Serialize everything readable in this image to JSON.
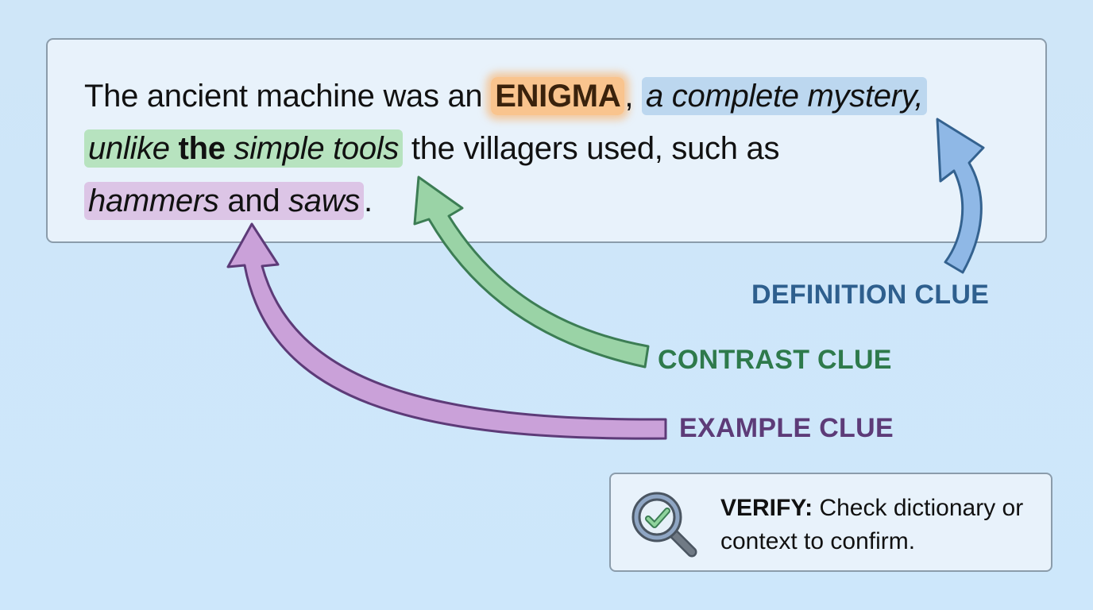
{
  "sentence": {
    "part1": "The ancient machine was an ",
    "target_word": "ENIGMA",
    "comma1": ", ",
    "definition_phrase": "a complete mystery,",
    "contrast_1": "unlike",
    "contrast_2": "the",
    "contrast_3": "simple tools",
    "middle": " the villagers used, such as",
    "example_1": "hammers",
    "example_and": " and ",
    "example_2": "saws",
    "end": "."
  },
  "clues": {
    "definition": "DEFINITION CLUE",
    "contrast": "CONTRAST CLUE",
    "example": "EXAMPLE CLUE"
  },
  "verify": {
    "label": "VERIFY:",
    "text": " Check dictionary or context to confirm."
  },
  "colors": {
    "background": "#cde7fb",
    "target_highlight": "#f9c48e",
    "definition_highlight": "#bcd7ef",
    "contrast_highlight": "#b7e3bf",
    "example_highlight": "#dcc5e6",
    "definition_label": "#2e5f8e",
    "contrast_label": "#2e7a4b",
    "example_label": "#5d3b78"
  }
}
